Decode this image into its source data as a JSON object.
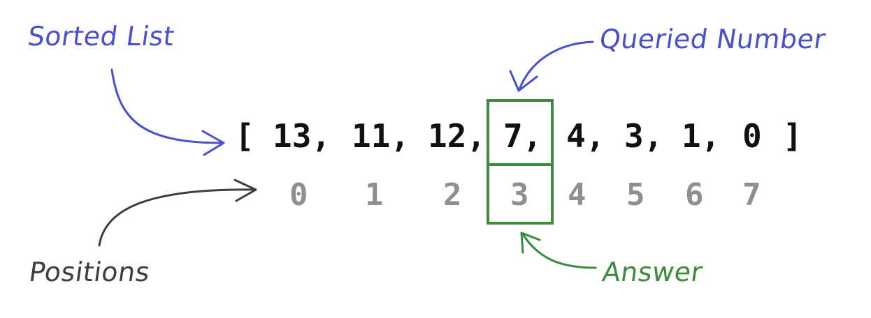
{
  "labels": {
    "sorted_list": "Sorted List",
    "queried_number": "Queried Number",
    "positions": "Positions",
    "answer": "Answer"
  },
  "list": {
    "open": "[",
    "close": "]",
    "values": [
      "13,",
      "11,",
      "12,",
      "7,",
      "4,",
      "3,",
      "1,",
      "0"
    ]
  },
  "positions": [
    "0",
    "1",
    "2",
    "3",
    "4",
    "5",
    "6",
    "7"
  ],
  "colors": {
    "label_blue": "#4a50c8",
    "answer_green": "#3e8a3e",
    "dark_gray": "#3b3f45",
    "index_gray": "#8f8f8f",
    "text_black": "#111111"
  }
}
